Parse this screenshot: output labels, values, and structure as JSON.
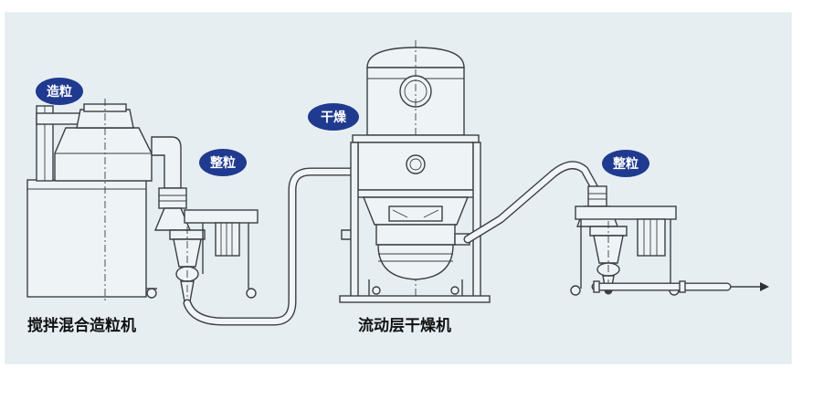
{
  "diagram": {
    "labels": {
      "granulate": "造粒",
      "size_left": "整粒",
      "dry": "干燥",
      "size_right": "整粒"
    },
    "captions": {
      "mixer": "搅拌混合造粒机",
      "dryer": "流动层干燥机"
    },
    "colors": {
      "background": "#e6eef2",
      "badge": "#1f3a8f",
      "line": "#3a3f44"
    },
    "icons": {
      "flow_arrow": "arrow-right-icon"
    }
  }
}
